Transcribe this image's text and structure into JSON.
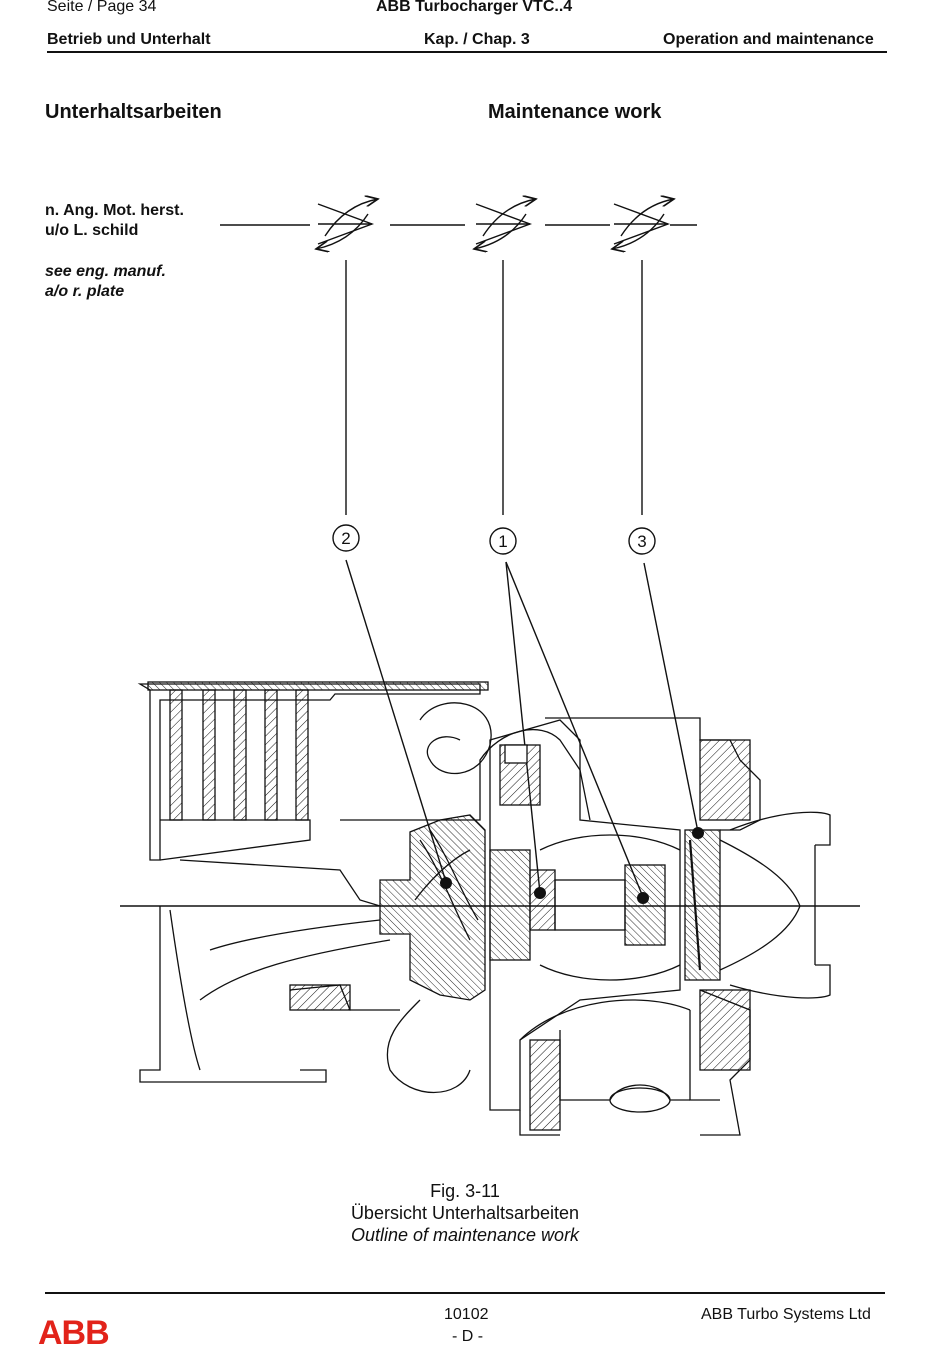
{
  "header": {
    "page_label": "Seite / Page  34",
    "doc_title": "ABB Turbocharger VTC..4",
    "chapter_left": "Betrieb und Unterhalt",
    "chapter_center": "Kap. / Chap. 3",
    "chapter_right": "Operation and maintenance"
  },
  "section": {
    "title_de": "Unterhaltsarbeiten",
    "title_en": "Maintenance work"
  },
  "interval_note": {
    "de_line1": "n. Ang. Mot. herst.",
    "de_line2": "u/o L. schild",
    "en_line1": "see eng. manuf.",
    "en_line2": "a/o r. plate"
  },
  "callouts": [
    "②",
    "①",
    "③"
  ],
  "figure": {
    "number": "Fig. 3-11",
    "caption_de": "Übersicht Unterhaltsarbeiten",
    "caption_en": "Outline of maintenance work"
  },
  "footer": {
    "logo": "ABB",
    "doc_number": "10102",
    "language": "- D -",
    "company": "ABB Turbo Systems Ltd"
  },
  "colors": {
    "logo_red": "#e2231a",
    "ink": "#111111"
  }
}
